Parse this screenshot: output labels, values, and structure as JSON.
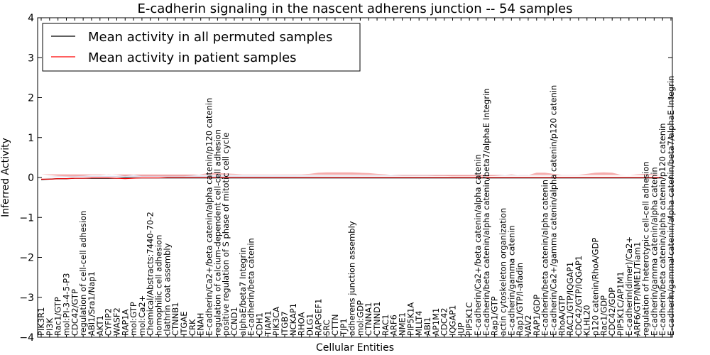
{
  "chart_data": {
    "type": "line",
    "title": "E-cadherin signaling in the nascent adherens junction -- 54 samples",
    "xlabel": "Cellular Entities",
    "ylabel": "Inferred Activity",
    "ylim": [
      -4,
      4
    ],
    "yticks": [
      -4,
      -3,
      -2,
      -1,
      0,
      1,
      2,
      3,
      4
    ],
    "grid": false,
    "legend_position": "top-left",
    "categories": [
      "PIK3R1",
      "PI3K",
      "Rac1/GTP",
      "mol:PI-3-4-5-P3",
      "CDC42/GTP",
      "regulation of cell-cell adhesion",
      "ABI1/Sra1/Nap1",
      "AKT1",
      "CYFIP2",
      "WASF2",
      "RAP1A",
      "mol:GTP",
      "mol:Ca2+",
      "Chemical/Abstracts:7440-70-2",
      "homophilic cell adhesion",
      "clathrin coat assembly",
      "CTNNB1",
      "ITGAE",
      "CRK",
      "ENAH",
      "E-cadherin/Ca2+/beta catenin/alpha catenin/p120 catenin",
      "regulation of calcium-dependent cell-cell adhesion",
      "positive regulation of S phase of mitotic cell cycle",
      "CCND1",
      "alphaE/beta7 Integrin",
      "E-cadherin/beta catenin",
      "CDH1",
      "TIAM1",
      "PIK3CA",
      "ITGB7",
      "NCKAP1",
      "RHOA",
      "DLG1",
      "RAPGEF1",
      "SRC",
      "CTTN",
      "TJP1",
      "adherens junction assembly",
      "mol:GDP",
      "CTNNA1",
      "CTNND1",
      "RAC1",
      "ARF6",
      "NME1",
      "PIP5K1A",
      "MLLT4",
      "ABI1",
      "AP1M1",
      "CDC42",
      "IQGAP1",
      "JUP",
      "PIP5K1C",
      "E-cadherin/Ca2+/beta catenin/alpha catenin",
      "E-cadherin/beta catenin/alpha catenin/beta7/alphaE Integrin",
      "Rap1/GTP",
      "actin cytoskeleton organization",
      "E-cadherin/gamma catenin",
      "Rap1/GTP/I-afadin",
      "VAV2",
      "RAP1/GDP",
      "E-cadherin/beta catenin/alpha catenin",
      "E-cadherin/Ca2+/gamma catenin/alpha catenin/p120 catenin",
      "RhoA/GTP",
      "RAC1/GTP/IQGAP1",
      "CDC42/GTP/IQGAP1",
      "KLHL20",
      "p120 catenin/RhoA/GDP",
      "Rac1/GDP",
      "CDC42/GDP",
      "PIP5K1C/AP1M1",
      "E-cadherin(dimer)/Ca2+",
      "ARF6/GTP/NME1/Tiam1",
      "regulation of heterotypic cell-cell adhesion",
      "E-cadherin/gamma catenin/alpha catenin",
      "E-cadherin/beta catenin/alpha catenin/p120 catenin",
      "E-cadherin/gamma catenin/alpha catenin/beta7/alphaE Integrin"
    ],
    "series": [
      {
        "name": "Mean activity in all permuted samples",
        "color": "#000000",
        "values": [
          -0.05,
          -0.04,
          -0.03,
          -0.03,
          -0.02,
          -0.02,
          -0.02,
          -0.02,
          -0.02,
          -0.02,
          -0.01,
          -0.01,
          -0.01,
          -0.01,
          -0.01,
          -0.01,
          -0.01,
          -0.01,
          -0.01,
          -0.01,
          -0.01,
          -0.01,
          -0.01,
          -0.01,
          -0.01,
          -0.01,
          -0.01,
          -0.01,
          -0.01,
          -0.01,
          -0.01,
          -0.01,
          -0.01,
          -0.01,
          -0.01,
          -0.01,
          -0.01,
          -0.01,
          -0.01,
          -0.01,
          -0.01,
          -0.01,
          -0.01,
          -0.01,
          -0.01,
          -0.01,
          -0.01,
          -0.01,
          -0.01,
          -0.01,
          -0.01,
          -0.01,
          -0.01,
          -0.01,
          -0.01,
          -0.01,
          -0.01,
          -0.01,
          -0.01,
          -0.01,
          -0.01,
          -0.01,
          -0.01,
          -0.01,
          -0.01,
          -0.01,
          -0.01,
          -0.01,
          -0.01,
          -0.01,
          -0.01,
          -0.01,
          -0.01,
          -0.01,
          -0.01
        ],
        "band": 0.06,
        "band_color": "#c8c8e0"
      },
      {
        "name": "Mean activity in patient samples",
        "color": "#ff0000",
        "values": [
          -0.04,
          -0.04,
          -0.03,
          -0.03,
          -0.02,
          -0.02,
          -0.01,
          -0.01,
          -0.01,
          -0.02,
          -0.03,
          -0.02,
          -0.01,
          -0.01,
          -0.01,
          0.0,
          0.0,
          0.0,
          0.0,
          0.0,
          0.0,
          0.0,
          0.0,
          0.0,
          0.0,
          0.0,
          0.0,
          0.0,
          0.0,
          0.0,
          0.0,
          0.0,
          0.0,
          0.0,
          0.0,
          0.0,
          0.0,
          0.0,
          0.0,
          0.0,
          0.0,
          0.0,
          0.0,
          0.0,
          0.0,
          0.0,
          0.0,
          0.0,
          0.0,
          0.0,
          0.0,
          0.0,
          0.0,
          0.0,
          0.0,
          0.0,
          0.0,
          0.0,
          0.0,
          0.0,
          0.0,
          0.0,
          0.0,
          0.0,
          0.0,
          0.0,
          0.0,
          0.0,
          0.0,
          0.0,
          0.0,
          0.0,
          0.0,
          0.0,
          0.0
        ],
        "band_upper": [
          0.08,
          0.06,
          0.04,
          0.03,
          0.03,
          0.04,
          0.06,
          0.06,
          0.08,
          0.07,
          0.03,
          0.07,
          0.03,
          0.03,
          0.03,
          0.03,
          0.03,
          0.03,
          0.05,
          0.08,
          0.11,
          0.11,
          0.1,
          0.09,
          0.08,
          0.08,
          0.08,
          0.08,
          0.08,
          0.08,
          0.08,
          0.08,
          0.09,
          0.12,
          0.13,
          0.13,
          0.13,
          0.13,
          0.12,
          0.11,
          0.09,
          0.08,
          0.06,
          0.05,
          0.05,
          0.05,
          0.05,
          0.04,
          0.04,
          0.03,
          0.03,
          0.03,
          0.03,
          0.03,
          0.04,
          0.06,
          0.08,
          0.06,
          0.06,
          0.12,
          0.12,
          0.09,
          0.07,
          0.07,
          0.07,
          0.09,
          0.12,
          0.13,
          0.12,
          0.07,
          0.06,
          0.08,
          0.09,
          0.08,
          0.06
        ],
        "band_lower": [
          -0.16,
          -0.12,
          -0.08,
          -0.06,
          -0.05,
          -0.05,
          -0.07,
          -0.09,
          -0.11,
          -0.13,
          -0.05,
          -0.12,
          -0.05,
          -0.04,
          -0.04,
          -0.04,
          -0.04,
          -0.04,
          -0.06,
          -0.09,
          -0.11,
          -0.11,
          -0.1,
          -0.09,
          -0.08,
          -0.08,
          -0.08,
          -0.08,
          -0.08,
          -0.08,
          -0.08,
          -0.08,
          -0.09,
          -0.12,
          -0.13,
          -0.13,
          -0.13,
          -0.13,
          -0.12,
          -0.11,
          -0.09,
          -0.08,
          -0.06,
          -0.05,
          -0.05,
          -0.05,
          -0.05,
          -0.04,
          -0.04,
          -0.03,
          -0.03,
          -0.03,
          -0.03,
          -0.03,
          -0.04,
          -0.06,
          -0.08,
          -0.06,
          -0.06,
          -0.12,
          -0.12,
          -0.09,
          -0.07,
          -0.07,
          -0.07,
          -0.09,
          -0.12,
          -0.13,
          -0.12,
          -0.07,
          -0.06,
          -0.08,
          -0.09,
          -0.08,
          -0.06
        ],
        "band_color": "#f08080"
      }
    ]
  }
}
